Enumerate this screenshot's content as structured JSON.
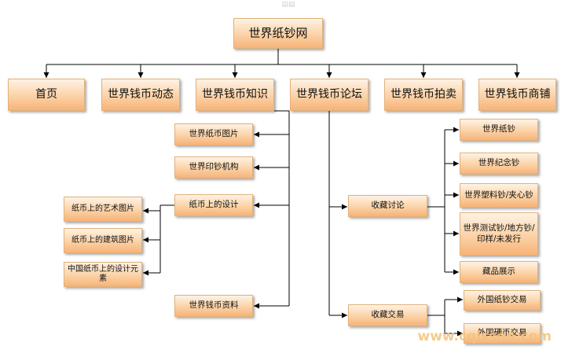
{
  "root": "世界纸钞网",
  "level1": {
    "home": "首页",
    "news": "世界钱币动态",
    "knowledge": "世界钱币知识",
    "forum": "世界钱币论坛",
    "auction": "世界钱币拍卖",
    "shop": "世界钱币商铺"
  },
  "knowledge_children": {
    "pictures": "世界纸币图片",
    "printers": "世界印钞机构",
    "design": "纸币上的设计",
    "materials": "世界钱币资料"
  },
  "design_children": {
    "art": "纸币上的艺术图片",
    "architecture": "纸币上的建筑图片",
    "chinese_elements": "中国纸币上的设计元素"
  },
  "forum_children": {
    "collect_discuss": "收藏讨论",
    "collect_trade": "收藏交易"
  },
  "discuss_children": {
    "world_banknotes": "世界纸钞",
    "commemorative": "世界纪念钞",
    "plastic": "世界塑料钞/夹心钞",
    "specimen": "世界测试钞/地方钞/印样/未发行",
    "showcase": "藏品展示"
  },
  "trade_children": {
    "foreign_banknotes": "外国纸钞交易",
    "foreign_coins": "外国硬币交易"
  },
  "watermark": "www.cqlsson.com",
  "colors": {
    "box_top": "#fff2e4",
    "box_bottom": "#f7b378",
    "box_border": "#e2b27a",
    "connector": "#000000",
    "watermark": "#f3c27b"
  }
}
